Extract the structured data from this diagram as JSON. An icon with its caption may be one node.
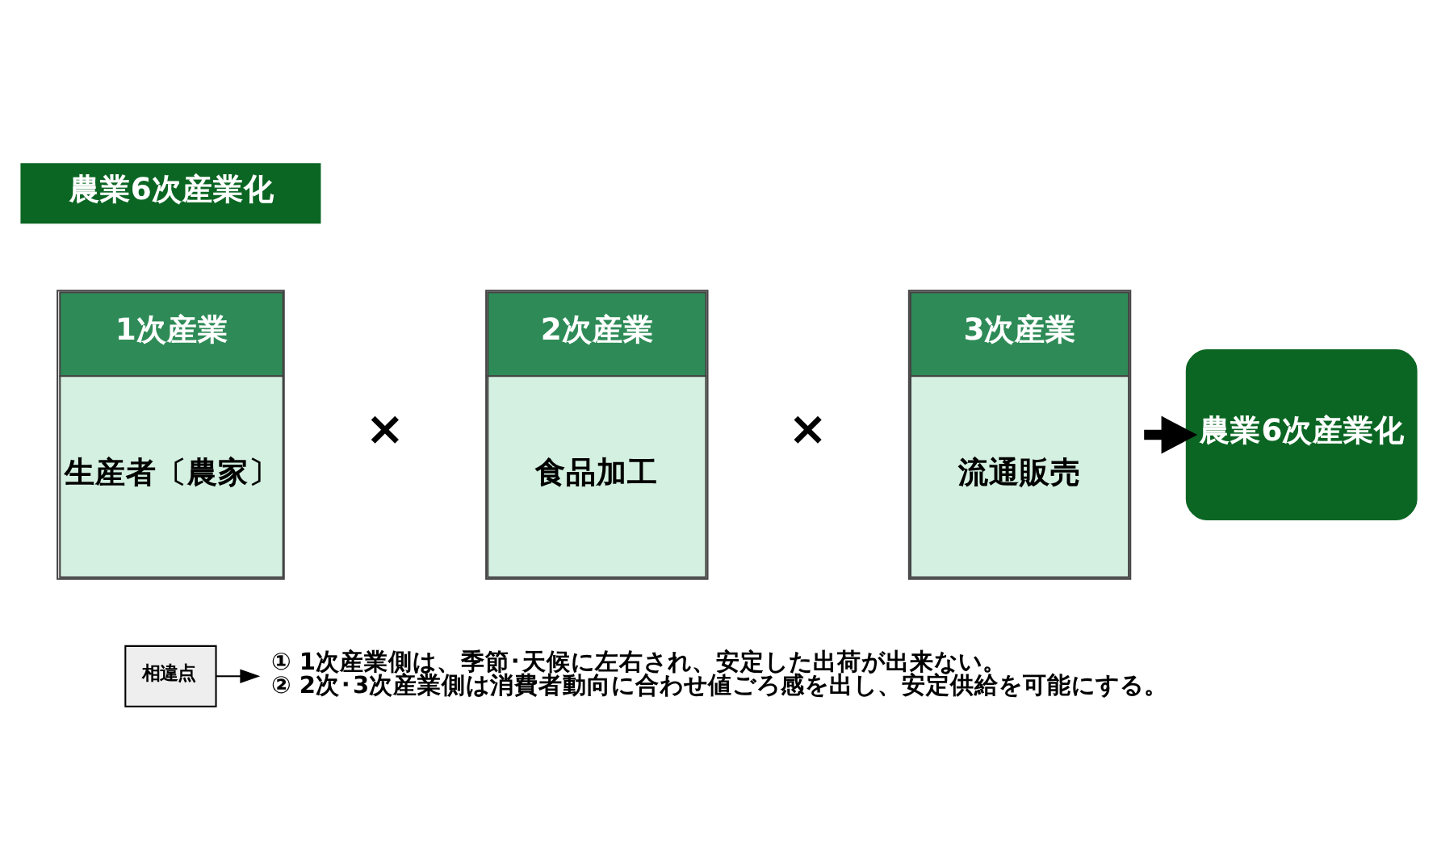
{
  "diagram": {
    "nodes": [
      {
        "text": [
          "農業6次産業化"
        ]
      },
      {
        "text": [
          "1次産業",
          "生産者〔農家〕"
        ]
      },
      {
        "text": [
          "2次産業",
          "食品加工"
        ]
      },
      {
        "text": [
          "3次産業",
          "流通販売"
        ]
      },
      {
        "text": [
          "農業6次産業化"
        ]
      },
      {
        "text": [
          "相違点"
        ]
      },
      {
        "text": [
          "① 1次産業側は、季節･天候に左右され、安定した出荷が出来ない。",
          "② 2次･3次産業側は消費者動向に合わせ値ごろ感を出し、安定供給を可能にする。"
        ]
      }
    ],
    "edges": [
      {
        "from": 3,
        "to": 4,
        "arrow": "to",
        "style": "thick"
      },
      {
        "from": 5,
        "to": 6,
        "arrow": "to"
      }
    ],
    "labels": [
      "×",
      "×"
    ]
  }
}
